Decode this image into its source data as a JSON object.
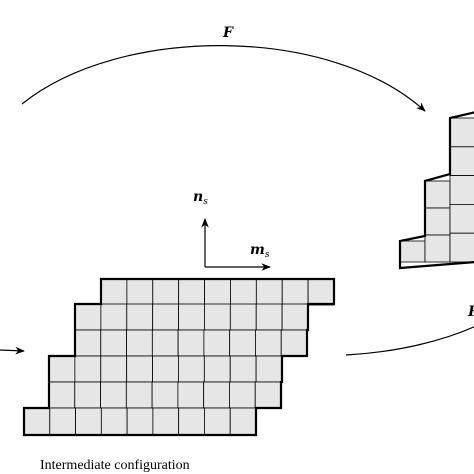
{
  "labels": {
    "map_F": "F",
    "vec_n": "n",
    "vec_n_sub": "s",
    "vec_m": "m",
    "vec_m_sub": "s",
    "caption": "Intermediate configuration"
  }
}
